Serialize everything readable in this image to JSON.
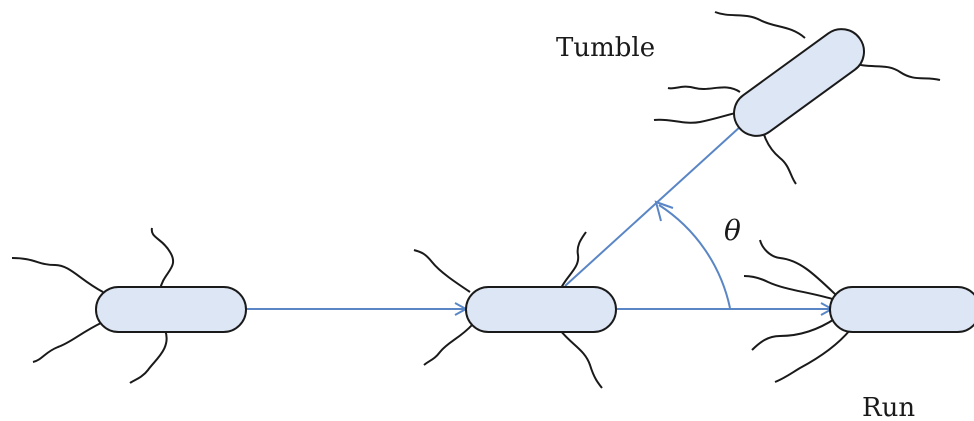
{
  "labels": {
    "tumble": "Tumble",
    "run": "Run",
    "angle": "θ"
  },
  "colors": {
    "arrow": "#5a86c5",
    "body_fill": "#dde6f5",
    "outline": "#1a1a1a"
  }
}
